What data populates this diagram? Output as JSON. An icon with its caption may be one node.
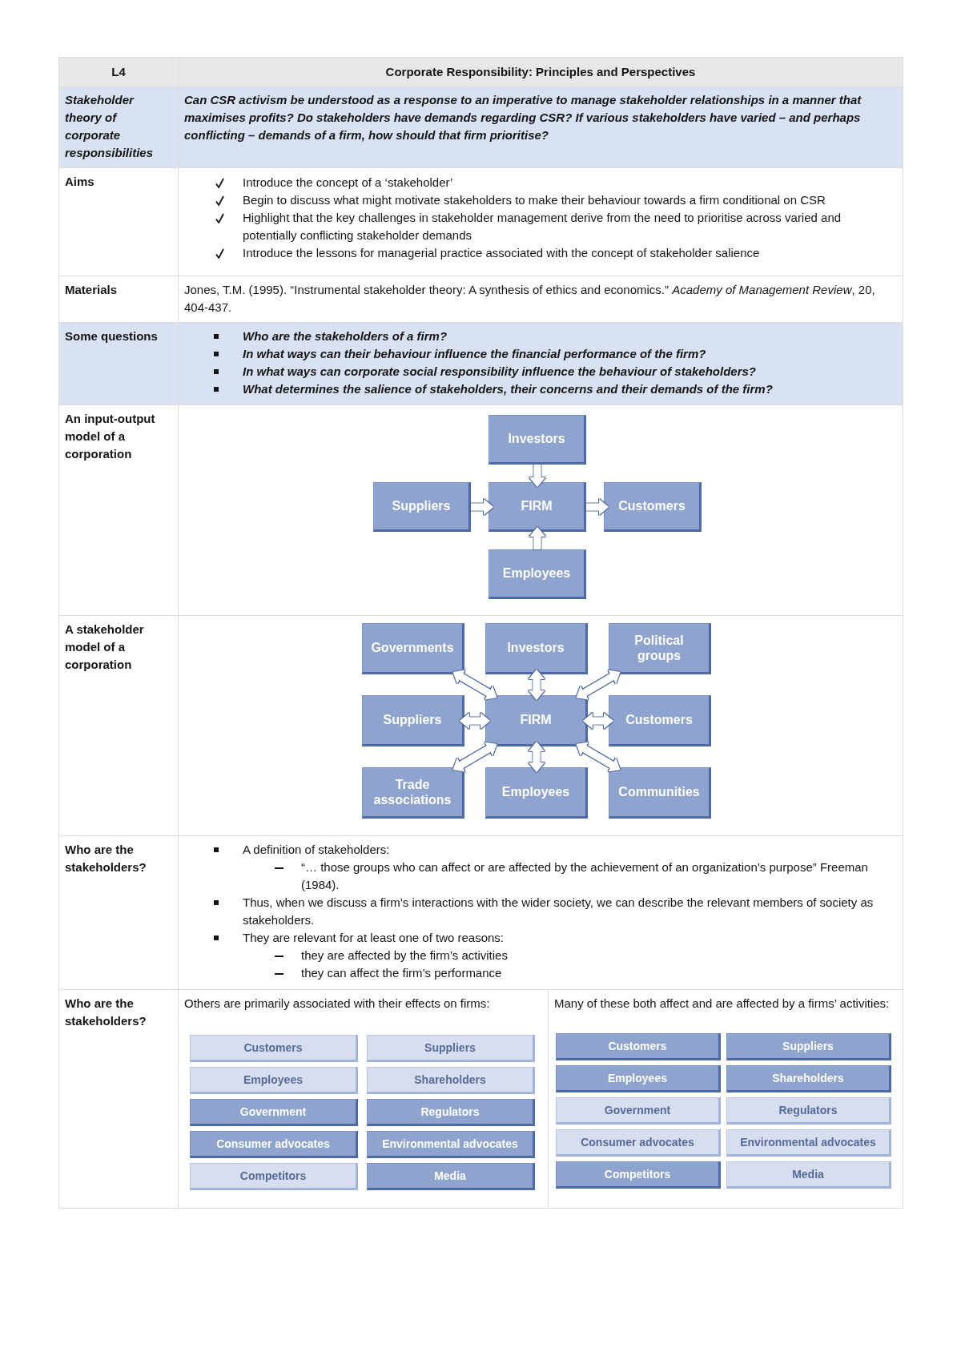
{
  "diagram": {
    "nodes": [
      {
        "text": [
          "Investors"
        ]
      },
      {
        "text": [
          "Suppliers"
        ]
      },
      {
        "text": [
          "FIRM"
        ]
      },
      {
        "text": [
          "Customers"
        ]
      },
      {
        "text": [
          "Employees"
        ]
      },
      {
        "text": [
          "Governments"
        ]
      },
      {
        "text": [
          "Investors"
        ]
      },
      {
        "text": [
          "Political groups"
        ]
      },
      {
        "text": [
          "Suppliers"
        ]
      },
      {
        "text": [
          "FIRM"
        ]
      },
      {
        "text": [
          "Customers"
        ]
      },
      {
        "text": [
          "Trade associations"
        ]
      },
      {
        "text": [
          "Employees"
        ]
      },
      {
        "text": [
          "Communities"
        ]
      },
      {
        "text": [
          "Customers"
        ]
      },
      {
        "text": [
          "Suppliers"
        ]
      },
      {
        "text": [
          "Employees"
        ]
      },
      {
        "text": [
          "Shareholders"
        ]
      },
      {
        "text": [
          "Government"
        ]
      },
      {
        "text": [
          "Regulators"
        ]
      },
      {
        "text": [
          "Consumer advocates"
        ]
      },
      {
        "text": [
          "Environmental advocates"
        ]
      },
      {
        "text": [
          "Competitors"
        ]
      },
      {
        "text": [
          "Media"
        ]
      },
      {
        "text": [
          "Customers"
        ]
      },
      {
        "text": [
          "Suppliers"
        ]
      },
      {
        "text": [
          "Employees"
        ]
      },
      {
        "text": [
          "Shareholders"
        ]
      },
      {
        "text": [
          "Government"
        ]
      },
      {
        "text": [
          "Regulators"
        ]
      },
      {
        "text": [
          "Consumer advocates"
        ]
      },
      {
        "text": [
          "Environmental advocates"
        ]
      },
      {
        "text": [
          "Competitors"
        ]
      },
      {
        "text": [
          "Media"
        ]
      }
    ],
    "edges": [
      {
        "from": 0,
        "to": 2,
        "arrow": "to"
      },
      {
        "from": 1,
        "to": 2,
        "arrow": "to"
      },
      {
        "from": 2,
        "to": 3,
        "arrow": "to"
      },
      {
        "from": 4,
        "to": 2,
        "arrow": "to"
      },
      {
        "from": 5,
        "to": 9,
        "arrow": "both"
      },
      {
        "from": 6,
        "to": 9,
        "arrow": "both"
      },
      {
        "from": 7,
        "to": 9,
        "arrow": "both"
      },
      {
        "from": 8,
        "to": 9,
        "arrow": "both"
      },
      {
        "from": 9,
        "to": 10,
        "arrow": "both"
      },
      {
        "from": 9,
        "to": 11,
        "arrow": "both"
      },
      {
        "from": 9,
        "to": 12,
        "arrow": "both"
      },
      {
        "from": 9,
        "to": 13,
        "arrow": "both"
      }
    ],
    "labels": [
      "L4",
      "Corporate Responsibility: Principles and Perspectives",
      "Stakeholder theory of corporate responsibilities",
      "Can CSR activism be understood as a response to an imperative to manage stakeholder relationships in a manner that maximises profits? Do stakeholders have demands regarding CSR? If various stakeholders have varied – and perhaps conflicting – demands of a firm, how should that firm prioritise?",
      "Aims",
      "Introduce the concept of a ‘stakeholder’",
      "Begin to discuss what might motivate stakeholders to make their behaviour towards a firm conditional on CSR",
      "Highlight that the key challenges in stakeholder management derive from the need to prioritise across varied and potentially conflicting stakeholder demands",
      "Introduce the lessons for managerial practice associated with the concept of stakeholder salience",
      "Materials",
      "Jones, T.M. (1995). “Instrumental stakeholder theory: A synthesis of ethics and economics.” *Academy of Management Review*, 20, 404-437.",
      "Some questions",
      "Who are the stakeholders of a firm?",
      "In what ways can their behaviour influence the financial performance of the firm?",
      "In what ways can corporate social responsibility influence the behaviour of stakeholders?",
      "What determines the salience of stakeholders, their concerns and their demands of the firm?",
      "An input-output model of a corporation",
      "A stakeholder model of a corporation",
      "Who are the stakeholders?",
      "A definition of stakeholders:",
      "“… those groups who can affect or are affected by the achievement of an organization’s purpose” Freeman (1984).",
      "Thus, when we discuss a firm’s interactions with the wider society, we can describe the relevant members of society as stakeholders.",
      "They are relevant for at least one of two reasons:",
      "they are affected by the firm’s activities",
      "they can affect the firm’s performance",
      "Who are the stakeholders?",
      "Others are primarily associated with their effects on firms:",
      "Many of these both affect and are affected by a firms’ activities:"
    ]
  }
}
